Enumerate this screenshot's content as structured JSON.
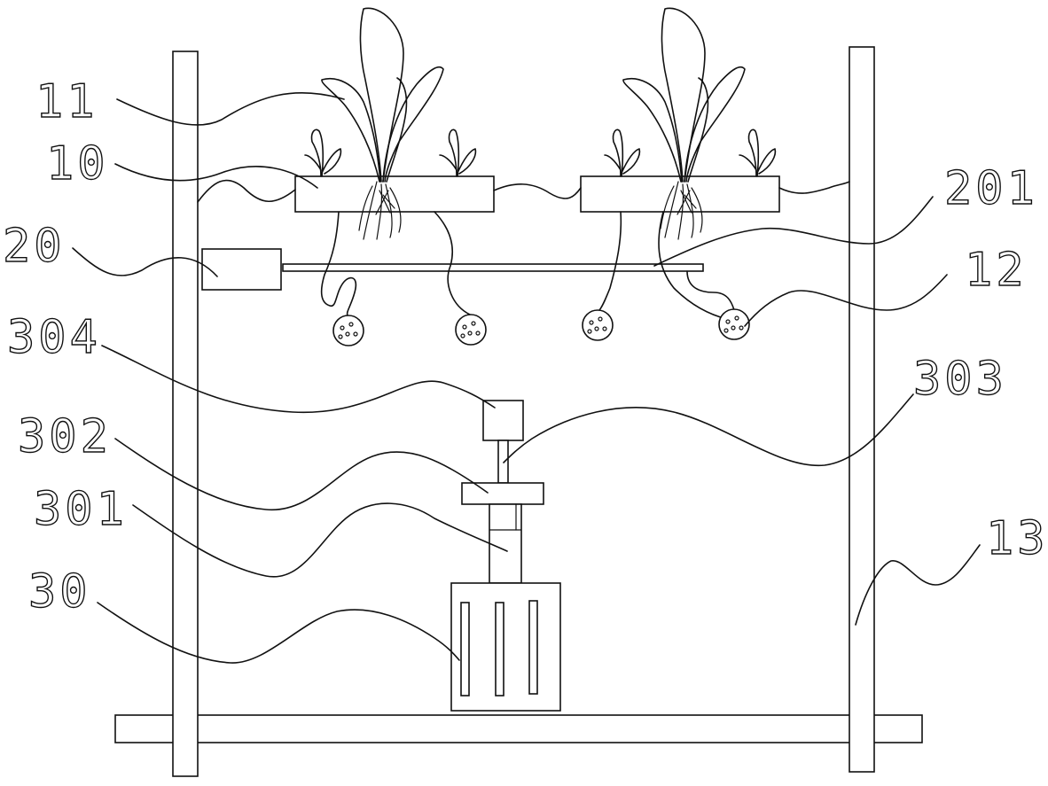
{
  "labels": {
    "l11": "11",
    "l10": "10",
    "l20": "20",
    "l304": "304",
    "l302": "302",
    "l301": "301",
    "l30": "30",
    "l201": "201",
    "l12": "12",
    "l303": "303",
    "l13": "13"
  }
}
